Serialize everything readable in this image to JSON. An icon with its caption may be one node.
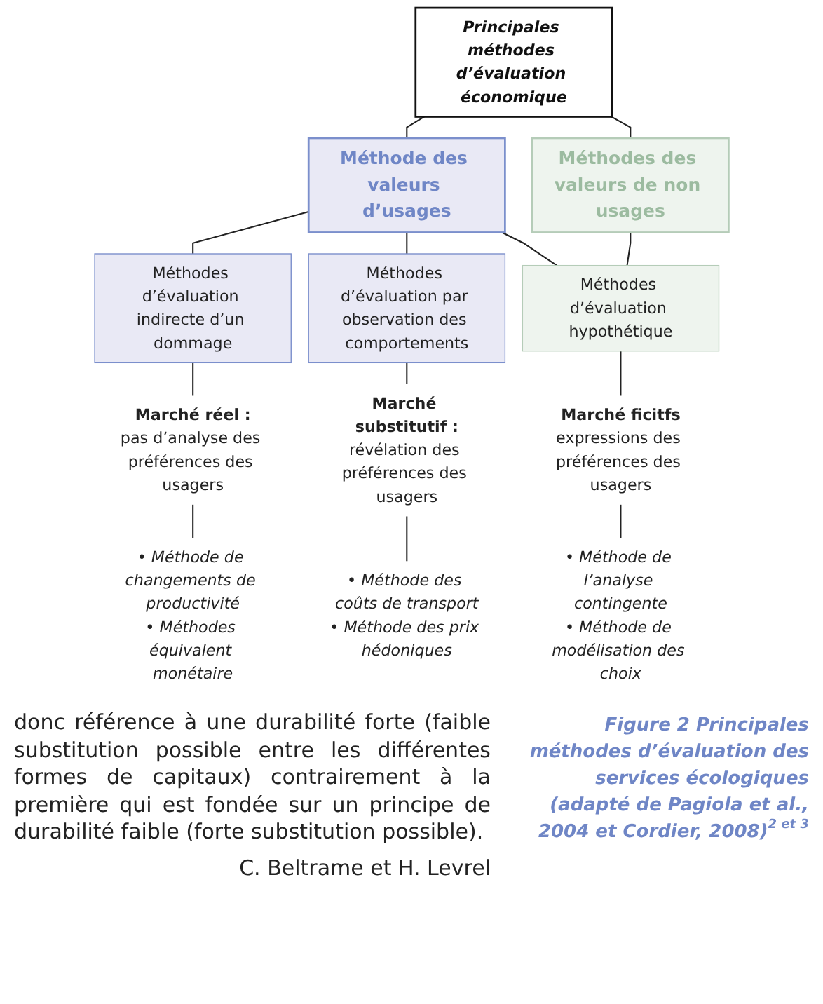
{
  "diagram": {
    "caption": "Figure 2 Principales méthodes d’évaluation des services écologiques (adapté de Pagiola et al., 2004 et Cordier, 2008)",
    "nodes": [
      {
        "text": [
          "Principales méthodes d’évaluation économique"
        ]
      },
      {
        "text": [
          "Méthode des valeurs d’usages"
        ]
      },
      {
        "text": [
          "Méthodes des valeurs de non usages"
        ]
      },
      {
        "text": [
          "Méthodes d’évaluation indirecte d’un dommage"
        ]
      },
      {
        "text": [
          "Méthodes d’évaluation par observation des comportements"
        ]
      },
      {
        "text": [
          "Méthodes d’évaluation hypothétique"
        ]
      },
      {
        "text": [
          "Marché réel :",
          "pas d’analyse des préférences des usagers"
        ]
      },
      {
        "text": [
          "Marché substitutif :",
          "révélation des préférences des usagers"
        ]
      },
      {
        "text": [
          "Marché ficitfs",
          "expressions des préférences des usagers"
        ]
      },
      {
        "text": [
          "• Méthode de changements de productivité",
          "• Méthodes équivalent monétaire"
        ]
      },
      {
        "text": [
          "• Méthode des coûts de transport",
          "• Méthode des prix hédoniques"
        ]
      },
      {
        "text": [
          "• Méthode de l’analyse contingente",
          "• Méthode de modélisation des choix"
        ]
      }
    ],
    "edges": [
      {
        "from": 0,
        "to": 1,
        "arrow": "none"
      },
      {
        "from": 0,
        "to": 2,
        "arrow": "none"
      },
      {
        "from": 1,
        "to": 3,
        "arrow": "none"
      },
      {
        "from": 1,
        "to": 4,
        "arrow": "none"
      },
      {
        "from": 1,
        "to": 5,
        "arrow": "none"
      },
      {
        "from": 2,
        "to": 5,
        "arrow": "none"
      },
      {
        "from": 3,
        "to": 6,
        "arrow": "none"
      },
      {
        "from": 4,
        "to": 7,
        "arrow": "none"
      },
      {
        "from": 5,
        "to": 8,
        "arrow": "none"
      },
      {
        "from": 6,
        "to": 9,
        "arrow": "none"
      },
      {
        "from": 7,
        "to": 10,
        "arrow": "none"
      },
      {
        "from": 8,
        "to": 11,
        "arrow": "none"
      }
    ],
    "labels": [
      "donc référence à une durabilité forte (faible substitution possible entre les différentes formes de capitaux) contrairement à la première qui est fondée sur un principe de durabilité faible (forte substitution possible).",
      "C. Beltrame et H. Levrel",
      "2 et 3"
    ]
  }
}
